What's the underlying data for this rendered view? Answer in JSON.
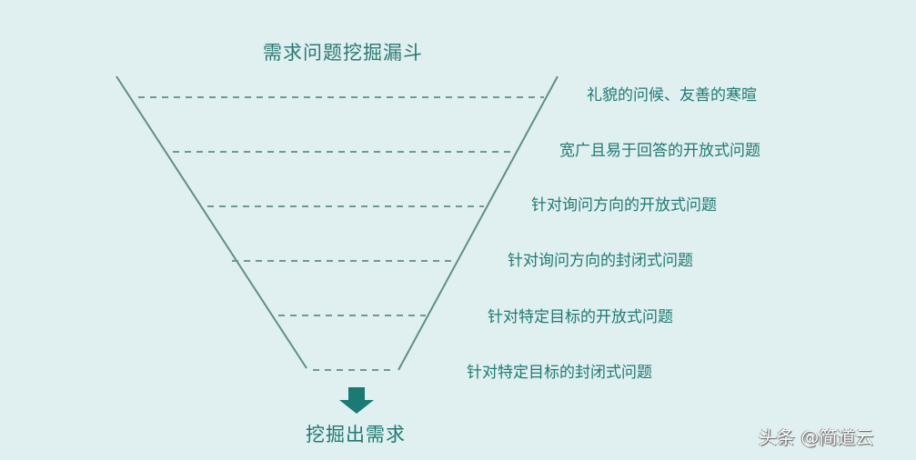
{
  "title": "需求问题挖掘漏斗",
  "stages": [
    {
      "label": "礼貌的问候、友善的寒暄"
    },
    {
      "label": "宽广且易于回答的开放式问题"
    },
    {
      "label": "针对询问方向的开放式问题"
    },
    {
      "label": "针对询问方向的封闭式问题"
    },
    {
      "label": "针对特定目标的开放式问题"
    },
    {
      "label": "针对特定目标的封闭式问题"
    }
  ],
  "outcome": {
    "label": "挖掘出需求",
    "icon": "down-arrow-icon"
  },
  "watermark": "头条 @简道云",
  "colors": {
    "background": "#e0eff0",
    "text": "#1f7a72",
    "line": "#5e8f86",
    "arrow": "#1b7a74"
  }
}
